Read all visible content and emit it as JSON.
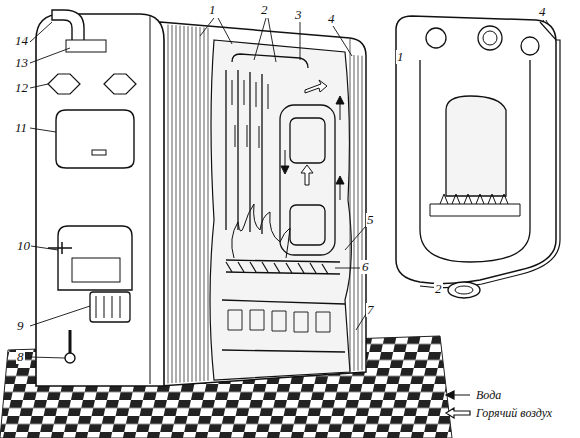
{
  "diagram": {
    "labels": [
      "14",
      "13",
      "12",
      "11",
      "10",
      "9",
      "8",
      "1",
      "2",
      "3",
      "4",
      "5",
      "6",
      "7",
      "1",
      "2",
      "4"
    ],
    "legend": [
      {
        "text": "Вода"
      },
      {
        "text": "Горячий воздух"
      }
    ]
  }
}
